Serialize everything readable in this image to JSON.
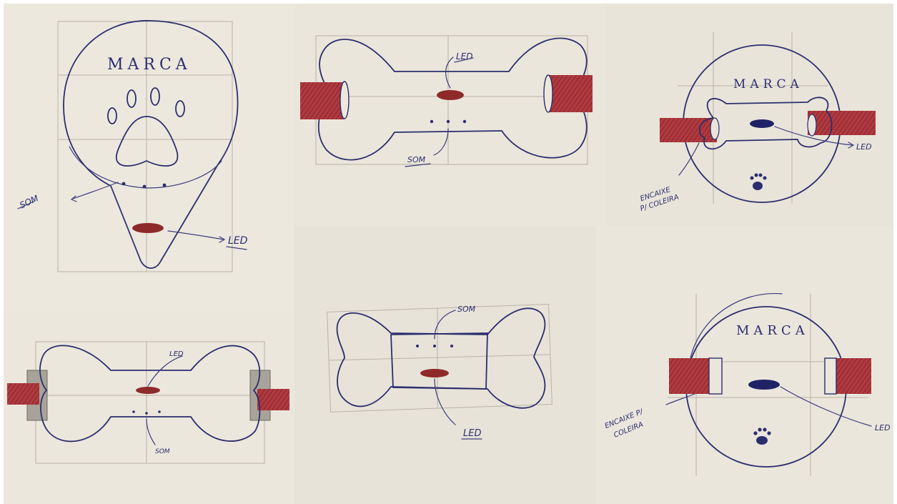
{
  "labels": {
    "brand": "MARCA",
    "led": "LED",
    "som": "SOM",
    "encaixe": "ENCAIXE",
    "encaixe_p": "ENCAIXE P/",
    "coleira_line": "P/ COLEIRA",
    "coleira": "COLEIRA"
  },
  "colors": {
    "paper_a": "#e9e3d8",
    "paper_b": "#ede7dc",
    "ink": "#2b2e6e",
    "led_red": "#9b2a2a",
    "hatch_red": "#b0373c",
    "pencil": "#b9b2a4"
  }
}
